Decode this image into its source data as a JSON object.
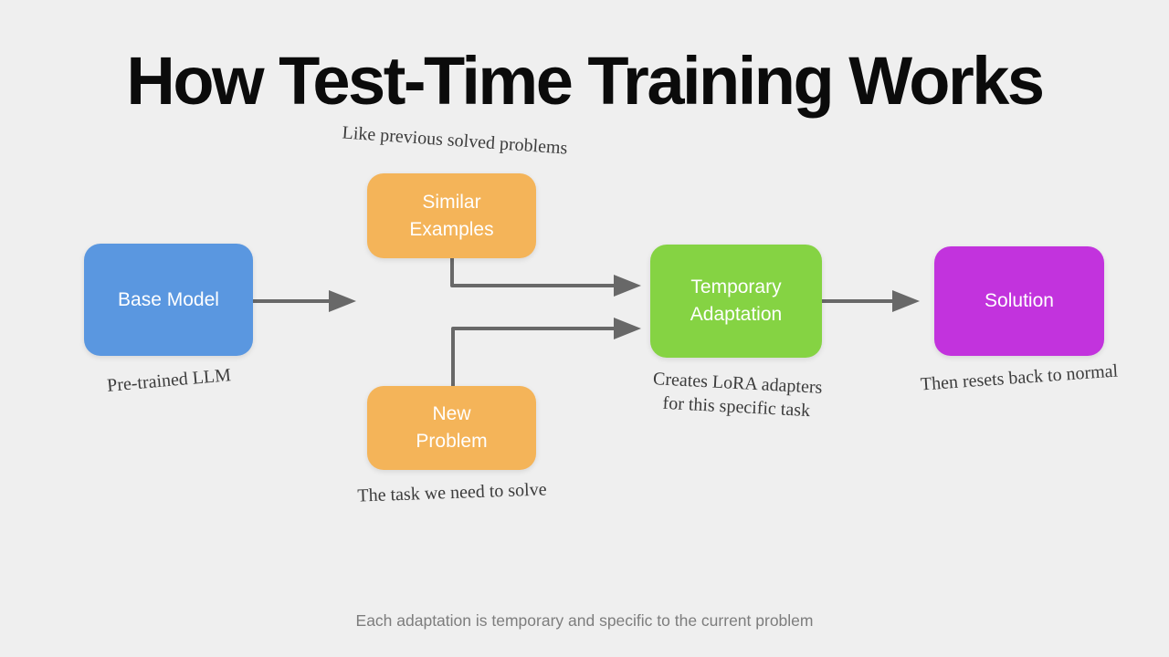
{
  "title": "How Test-Time Training Works",
  "colors": {
    "background": "#EFEFEF",
    "arrow": "#686868",
    "title_text": "#0B0B0B",
    "annotation_text": "#3C3C3C",
    "caption_text": "#7D7D7D",
    "node_text": "#FFFFFF"
  },
  "nodes": {
    "base_model": {
      "label": "Base Model",
      "color": "#5A97E0",
      "annotation": "Pre-trained LLM"
    },
    "similar_examples": {
      "line1": "Similar",
      "line2": "Examples",
      "color": "#F4B459",
      "annotation": "Like previous solved problems"
    },
    "new_problem": {
      "line1": "New",
      "line2": "Problem",
      "color": "#F4B459",
      "annotation": "The task we need to solve"
    },
    "temporary_adaptation": {
      "line1": "Temporary",
      "line2": "Adaptation",
      "color": "#85D343",
      "annotation_line1": "Creates LoRA adapters",
      "annotation_line2": "for this specific task"
    },
    "solution": {
      "label": "Solution",
      "color": "#C233DD",
      "annotation": "Then resets back to normal"
    }
  },
  "caption": "Each adaptation is temporary and specific to the current problem"
}
